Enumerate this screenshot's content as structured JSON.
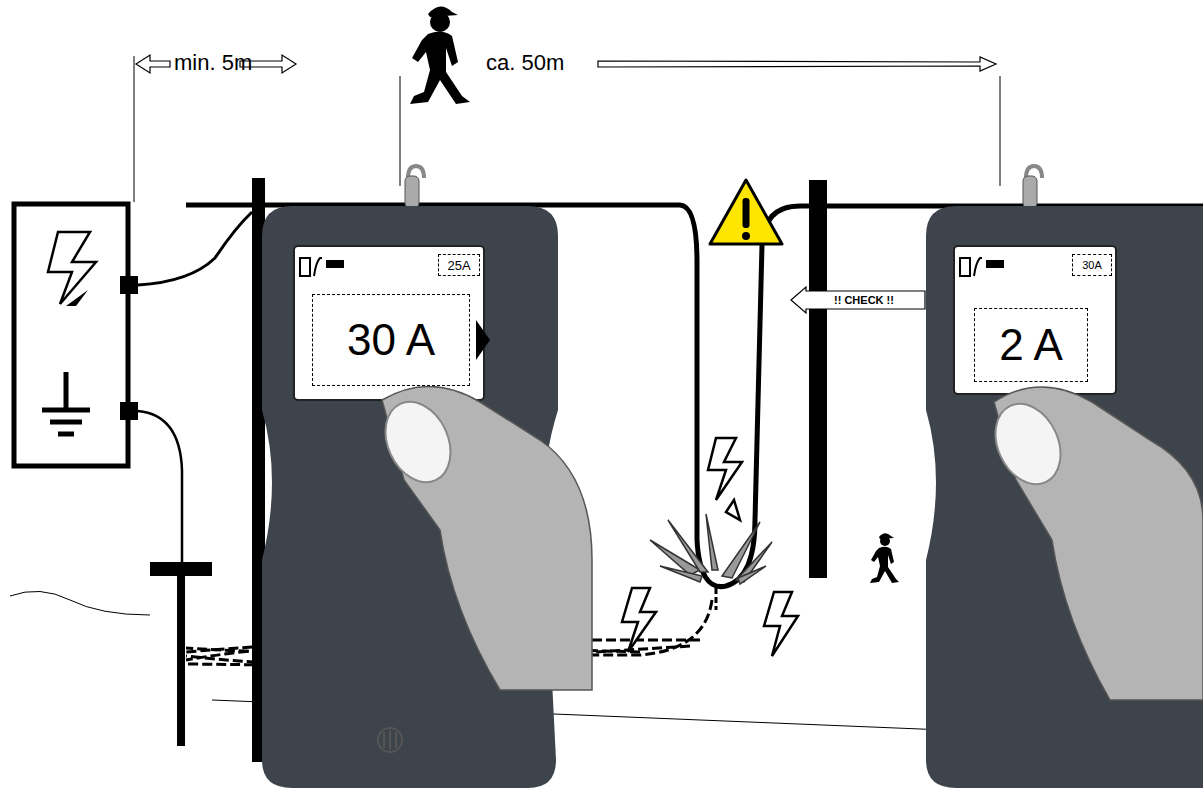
{
  "diagram": {
    "nodes": [
      {
        "text": [
          "25A"
        ]
      },
      {
        "text": [
          "30 A"
        ]
      },
      {
        "text": [
          "30A"
        ]
      },
      {
        "text": [
          "2 A"
        ]
      },
      {
        "text": [
          "!! CHECK !!"
        ]
      }
    ],
    "labels": [
      "min. 5m",
      "ca. 50m"
    ]
  }
}
